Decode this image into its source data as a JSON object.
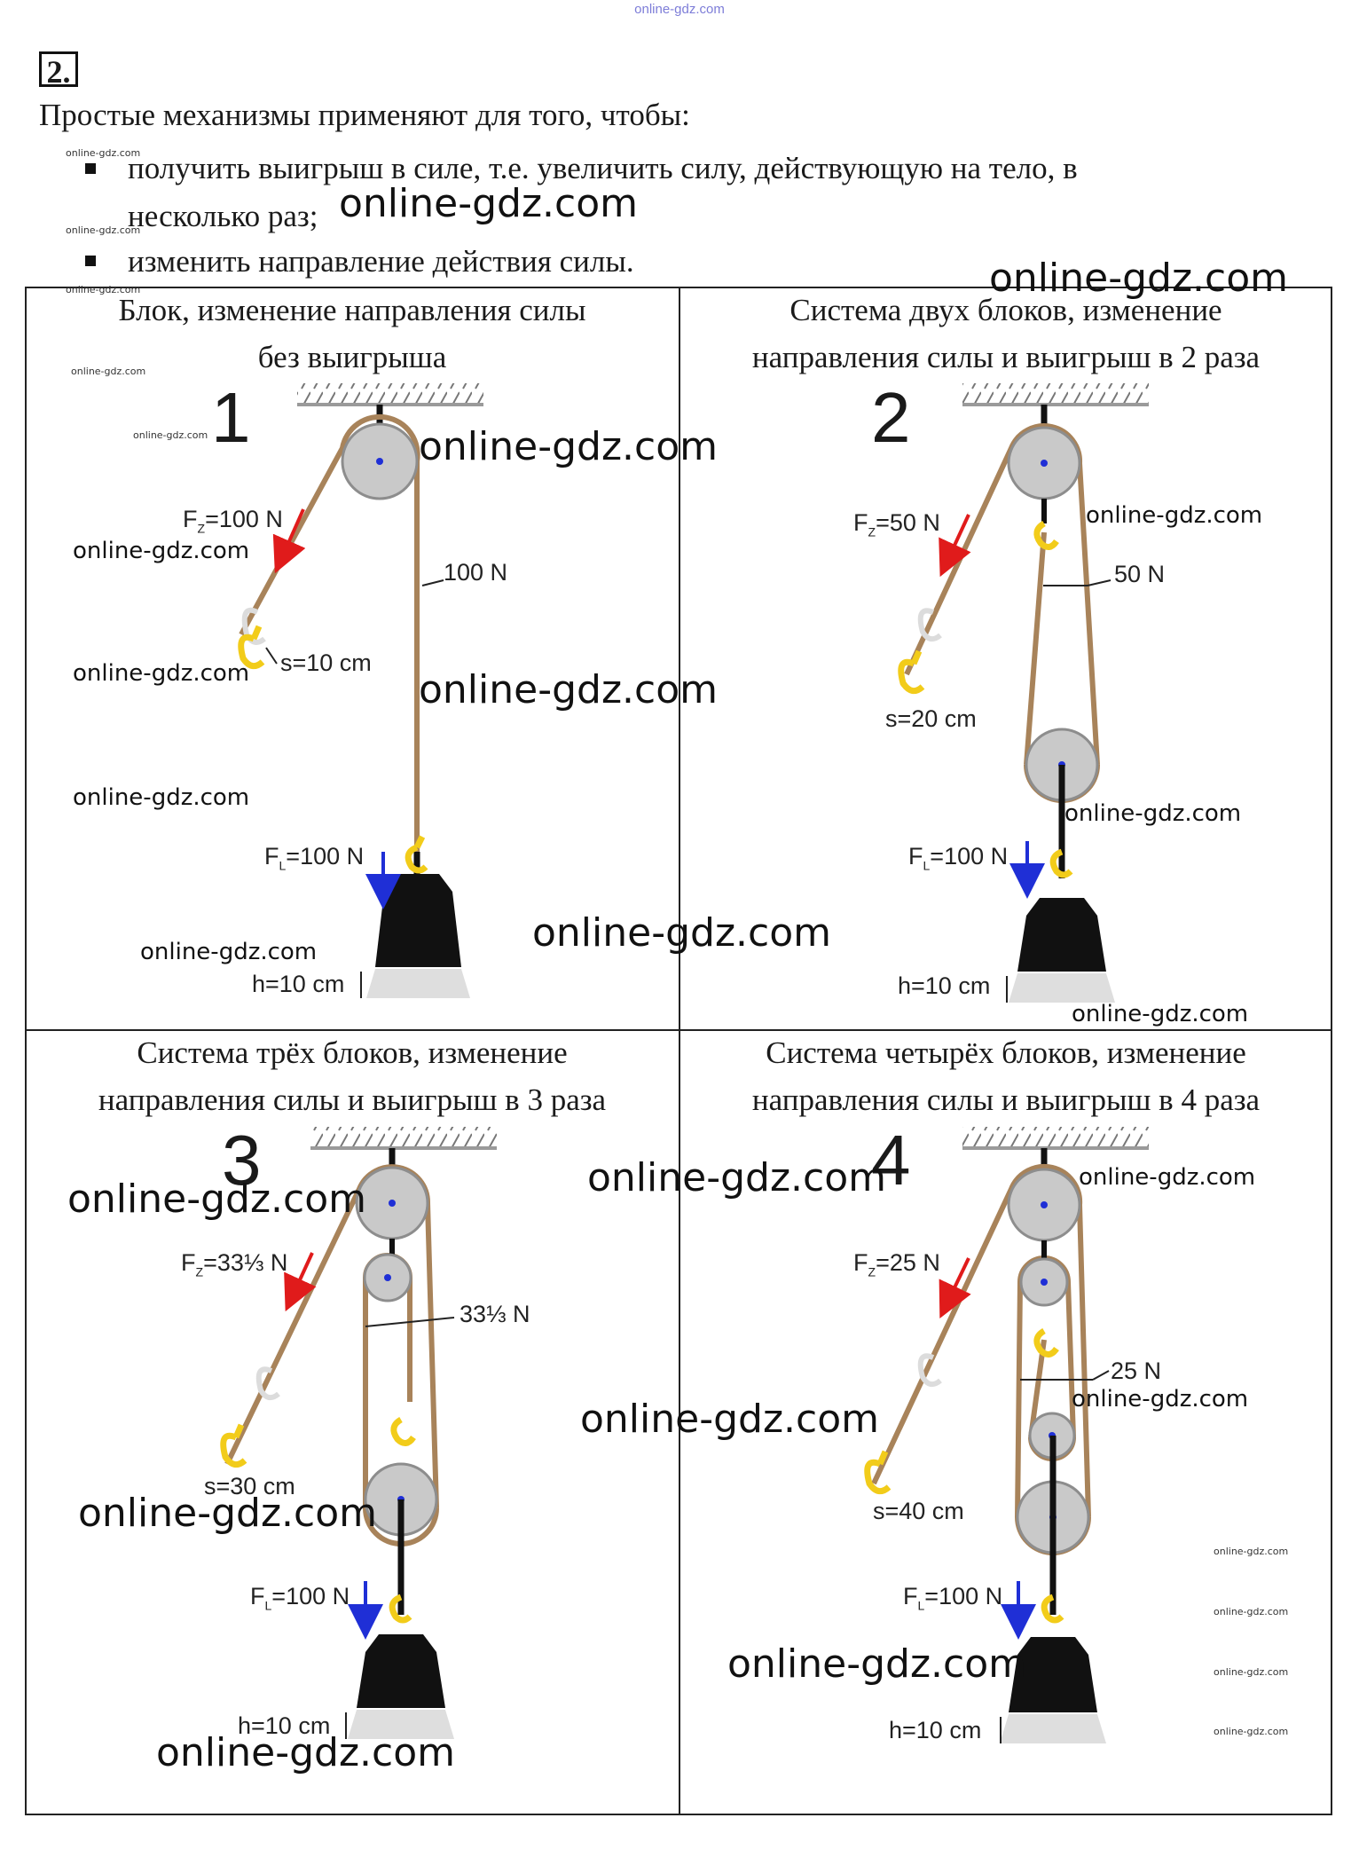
{
  "top_watermark": "online-gdz.com",
  "task_number": "2.",
  "intro": "Простые механизмы применяют для того, чтобы:",
  "bullets": [
    {
      "line1": "получить выигрыш в силе, т.е. увеличить силу, действующую на тело, в",
      "line2": "несколько раз;"
    },
    {
      "line1": "изменить направление действия силы."
    }
  ],
  "cells": [
    {
      "title1": "Блок, изменение направления силы",
      "title2": "без выигрыша",
      "number": "1",
      "fz": "=100 N",
      "tension": "100 N",
      "s": "s=10 cm",
      "fl": "=100 N",
      "h": "h=10 cm"
    },
    {
      "title1": "Система двух блоков, изменение",
      "title2": "направления силы и выигрыш в 2 раза",
      "number": "2",
      "fz": "=50 N",
      "tension": "50 N",
      "s": "s=20 cm",
      "fl": "=100 N",
      "h": "h=10 cm"
    },
    {
      "title1": "Система трёх блоков, изменение",
      "title2": "направления силы и выигрыш в 3 раза",
      "number": "3",
      "fz": "=33⅓ N",
      "tension": "33⅓ N",
      "s": "s=30 cm",
      "fl": "=100 N",
      "h": "h=10 cm"
    },
    {
      "title1": "Система четырёх блоков, изменение",
      "title2": "направления силы и выигрыш в 4 раза",
      "number": "4",
      "fz": "=25 N",
      "tension": "25 N",
      "s": "s=40 cm",
      "fl": "=100 N",
      "h": "h=10 cm"
    }
  ],
  "force_letter": "F",
  "sub_z": "Z",
  "sub_l": "L",
  "watermark": "online-gdz.com",
  "colors": {
    "rope": "#a8835a",
    "pulley": "#c9c9c9",
    "hook": "#f2cc1a",
    "arrow_red": "#e01b1b",
    "arrow_blue": "#1f2fd6",
    "weight": "#111111",
    "ceiling": "#9a9a9a"
  }
}
